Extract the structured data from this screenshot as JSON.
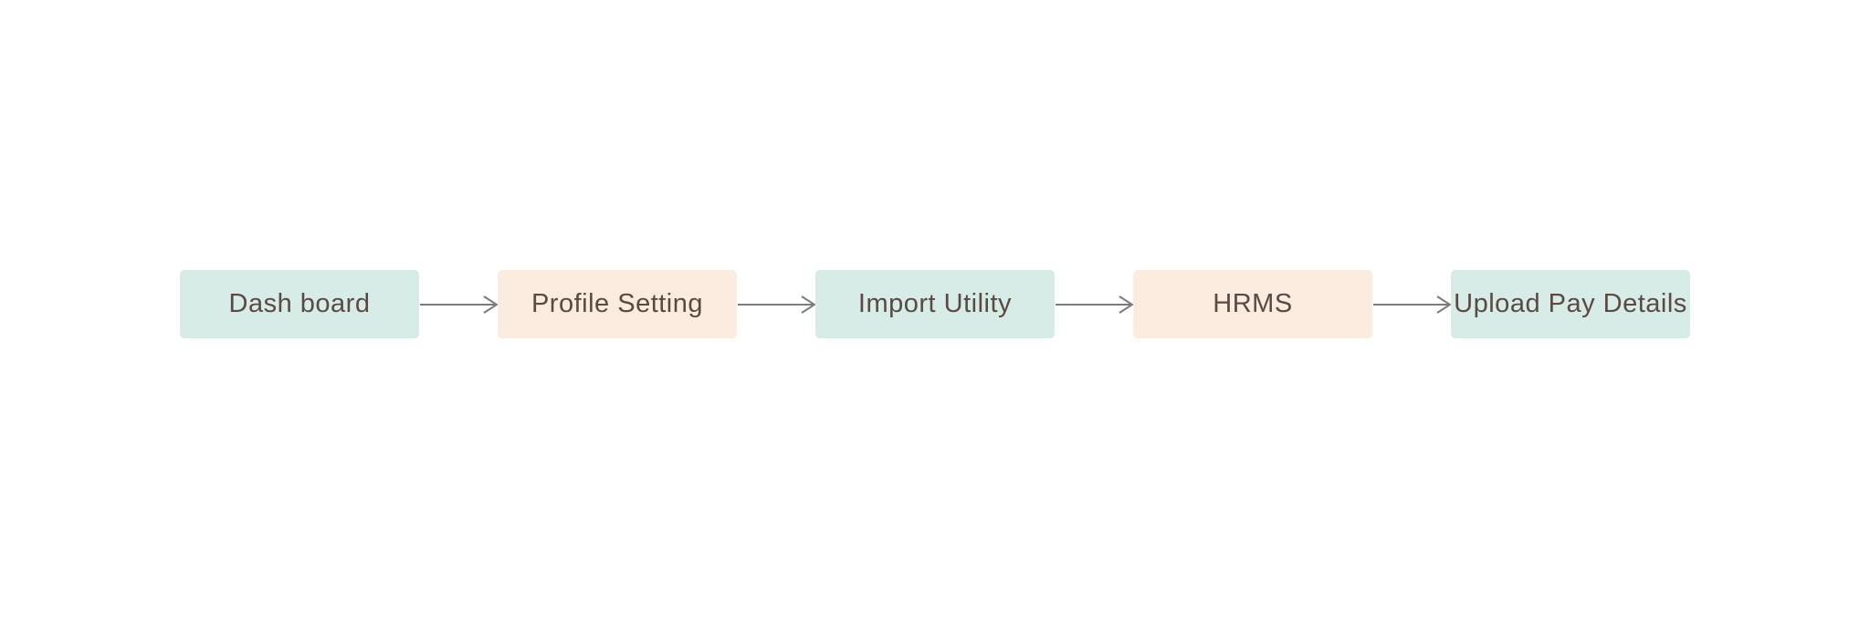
{
  "flowchart": {
    "background_color": "#ffffff",
    "text_color": "#5a4a43",
    "arrow_color": "#7b7b7b",
    "node_colors": {
      "mint": "#d7ece7",
      "peach": "#fbecdf"
    },
    "nodes": [
      {
        "label": "Dash board",
        "fill": "#d7ece7"
      },
      {
        "label": "Profile Setting",
        "fill": "#fbecdf"
      },
      {
        "label": "Import Utility",
        "fill": "#d7ece7"
      },
      {
        "label": "HRMS",
        "fill": "#fbecdf"
      },
      {
        "label": "Upload Pay Details",
        "fill": "#d7ece7"
      }
    ],
    "connector_icon": "right-arrow-icon"
  }
}
